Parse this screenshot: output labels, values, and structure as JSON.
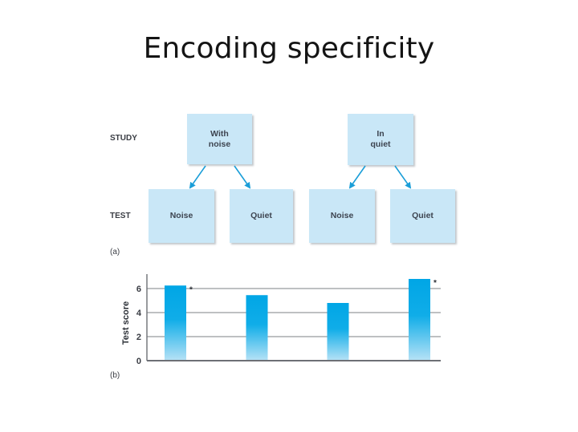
{
  "slide": {
    "title": "Encoding specificity"
  },
  "diagram": {
    "panel_label": "(a)",
    "study_label": "STUDY",
    "test_label": "TEST",
    "arrow_color": "#1a9ed8",
    "box_color": "#c9e7f7",
    "groups": [
      {
        "study_condition": "With\nnoise",
        "test_conditions": [
          "Noise",
          "Quiet"
        ]
      },
      {
        "study_condition": "In\nquiet",
        "test_conditions": [
          "Noise",
          "Quiet"
        ]
      }
    ]
  },
  "chart_data": {
    "type": "bar",
    "panel_label": "(b)",
    "title": "",
    "xlabel": "",
    "ylabel": "Test score",
    "categories": [
      "With noise / Noise",
      "With noise / Quiet",
      "In quiet / Noise",
      "In quiet / Quiet"
    ],
    "values": [
      6.25,
      5.45,
      4.8,
      6.8
    ],
    "annotations": [
      "*",
      "",
      "",
      "*"
    ],
    "yticks": [
      0,
      2,
      4,
      6
    ],
    "ylim": [
      0,
      7
    ],
    "grid": true,
    "bar_color_top": "#00a6e6",
    "bar_color_bottom": "#b7e2f6"
  }
}
